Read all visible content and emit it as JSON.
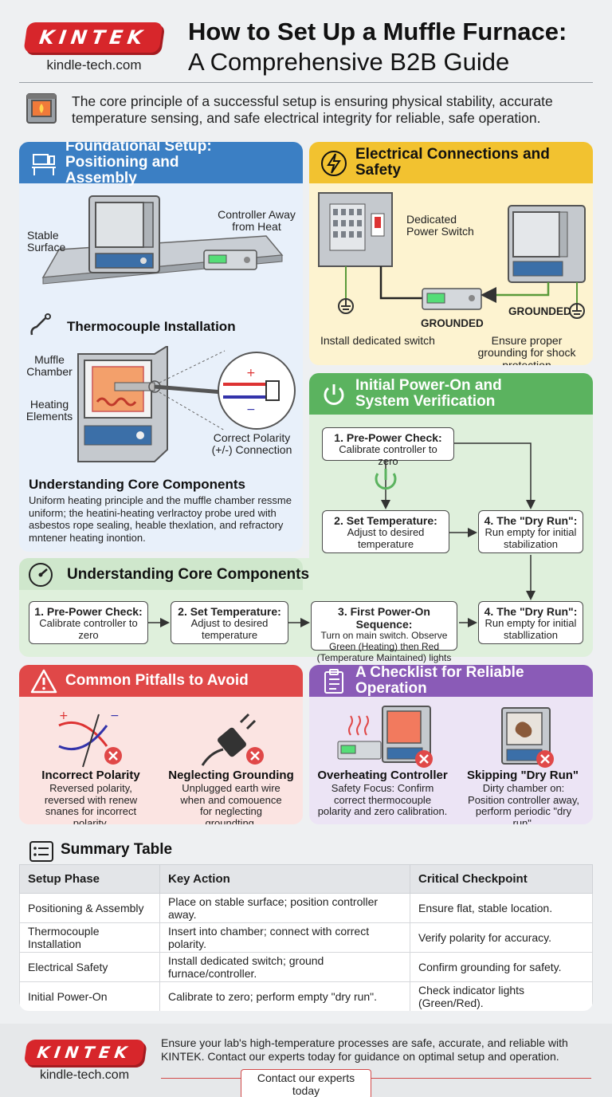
{
  "header": {
    "logo_text": "KINTEK",
    "logo_url": "kindle-tech.com",
    "title_line1": "How to Set Up a Muffle Furnace:",
    "title_line2": "A Comprehensive B2B Guide",
    "intro": "The core principle of a successful setup is ensuring physical stability, accurate temperature sensing, and safe electrical integrity for reliable, safe operation."
  },
  "foundational": {
    "title": "Foundational Setup: Positioning and Assembly",
    "stable_surface": "Stable Surface",
    "controller_away": "Controller Away from Heat",
    "thermocouple_title": "Thermocouple Installation",
    "muffle_chamber": "Muffle Chamber",
    "heating_elements": "Heating Elements",
    "correct_polarity": "Correct Polarity (+/-) Connection",
    "core_title": "Understanding Core Components",
    "core_text": "Uniform heating principle and the muffle chamber ressme uniform; the heatini-heating verlractoy probe ured with asbestos rope sealing, heable thexlation, and refractory mntener heating inontion."
  },
  "electrical": {
    "title": "Electrical Connections and Safety",
    "dedicated_switch": "Dedicated Power Switch",
    "grounded_left": "GROUNDED",
    "grounded_right": "GROUNDED",
    "install_switch": "Install dedicated switch",
    "ensure_grounding": "Ensure proper grounding for shock protection"
  },
  "power_on": {
    "title": "Initial Power-On and System Verification",
    "step1_title": "1. Pre-Power Check:",
    "step1_text": "Calibrate controller to zero",
    "step2_title": "2. Set Temperature:",
    "step2_text": "Adjust to desired temperature",
    "step4_title": "4. The \"Dry Run\":",
    "step4_text": "Run empty for initial stabilization"
  },
  "core_flow": {
    "title": "Understanding Core Components",
    "s1_title": "1. Pre-Power Check:",
    "s1_text": "Calibrate controller to zero",
    "s2_title": "2. Set Temperature:",
    "s2_text": "Adjust to desired temperature",
    "s3_title": "3. First Power-On Sequence:",
    "s3_text": "Turn on main switch. Observe Green (Heating) then Red (Temperature Maintained) lights",
    "s4_title": "4. The \"Dry Run\":",
    "s4_text": "Run empty for initial stabllization"
  },
  "pitfalls": {
    "title": "Common Pitfalls to Avoid",
    "p1_title": "Incorrect Polarity",
    "p1_text": "Reversed polarity, reversed with renew snanes for incorrect polarity.",
    "p2_title": "Neglecting Grounding",
    "p2_text": "Unplugged earth wire when and comouence for neglecting groundting."
  },
  "checklist": {
    "title": "A Checklist for Reliable Operation",
    "c1_title": "Overheating Controller",
    "c1_text": "Safety Focus: Confirm correct thermocouple polarity and zero calibration.",
    "c2_title": "Skipping \"Dry Run\"",
    "c2_text": "Dirty chamber on: Position controller away, perform periodic \"dry run\"."
  },
  "summary": {
    "title": "Summary Table",
    "columns": [
      "Setup Phase",
      "Key Action",
      "Critical Checkpoint"
    ],
    "rows": [
      [
        "Positioning & Assembly",
        "Place on stable surface; position controller away.",
        "Ensure flat, stable location."
      ],
      [
        "Thermocouple Installation",
        "Insert into chamber; connect with correct polarity.",
        "Verify polarity for accuracy."
      ],
      [
        "Electrical Safety",
        "Install dedicated switch; ground furnace/controller.",
        "Confirm grounding for safety."
      ],
      [
        "Initial Power-On",
        "Calibrate to zero; perform empty \"dry run\".",
        "Check indicator lights (Green/Red)."
      ]
    ]
  },
  "footer": {
    "logo_text": "KINTEK",
    "logo_url": "kindle-tech.com",
    "text": "Ensure your lab's high-temperature processes are safe, accurate, and reliable with KINTEK. Contact our experts today for guidance on optimal setup and operation.",
    "cta": "Contact our experts today"
  },
  "colors": {
    "brand_red": "#d7262b",
    "blue_header": "#3b7fc4",
    "yellow_header": "#f2c230",
    "green_header": "#5bb35f",
    "red_header": "#e04848",
    "purple_header": "#8a5bb7"
  }
}
